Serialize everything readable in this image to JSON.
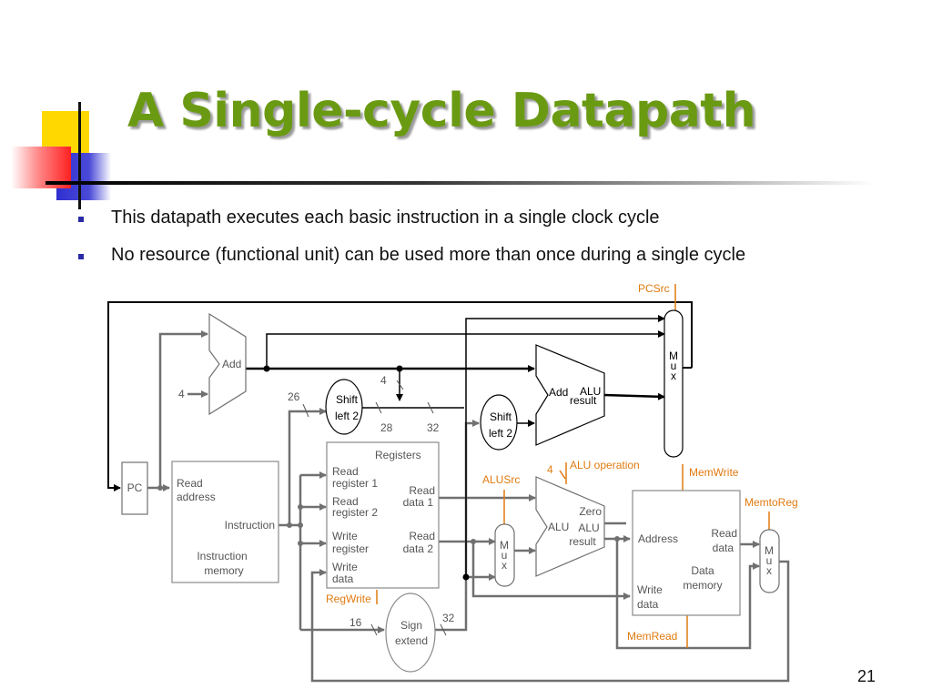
{
  "slide": {
    "title": "A Single-cycle Datapath",
    "bullets": [
      "This datapath executes each basic instruction in a single clock cycle",
      "No resource (functional unit) can be used more than once during a single cycle"
    ],
    "page_number": "21"
  },
  "diagram": {
    "pc": "PC",
    "imem": {
      "read_address": [
        "Read",
        "address"
      ],
      "instruction": "Instruction",
      "name": [
        "Instruction",
        "memory"
      ]
    },
    "add1": {
      "label": "Add",
      "const": "4"
    },
    "add2": {
      "labels": [
        "Add",
        "ALU",
        "result"
      ]
    },
    "shift_top": {
      "lines": [
        "Shift",
        "left 2"
      ],
      "in_width": "26",
      "out_width": "28"
    },
    "shift_mid": {
      "lines": [
        "Shift",
        "left 2"
      ]
    },
    "four_top": "4",
    "thirty_two_top": "32",
    "registers": {
      "title": "Registers",
      "read_register_1": [
        "Read",
        "register 1"
      ],
      "read_register_2": [
        "Read",
        "register 2"
      ],
      "write_register": [
        "Write",
        "register"
      ],
      "write_data": [
        "Write",
        "data"
      ],
      "read_data_1": [
        "Read",
        "data 1"
      ],
      "read_data_2": [
        "Read",
        "data 2"
      ]
    },
    "sign_extend": {
      "lines": [
        "Sign",
        "extend"
      ],
      "in_width": "16",
      "out_width": "32"
    },
    "alu": {
      "label": "ALU",
      "zero": "Zero",
      "result": [
        "ALU",
        "result"
      ]
    },
    "data_memory": {
      "address": "Address",
      "read_data": [
        "Read",
        "data"
      ],
      "write_data": [
        "Write",
        "data"
      ],
      "name": [
        "Data",
        "memory"
      ]
    },
    "mux_letters": [
      "M",
      "u",
      "x"
    ],
    "signals": {
      "pcsrc": "PCSrc",
      "alusrc": "ALUSrc",
      "regwrite": "RegWrite",
      "alu_operation": "ALU operation",
      "alu_op_width": "4",
      "memwrite": "MemWrite",
      "memtoreg": "MemtoReg",
      "memread": "MemRead"
    },
    "colors": {
      "wire": "#707070",
      "signal": "#e07a10",
      "box_border": "#8a8a8a"
    }
  }
}
